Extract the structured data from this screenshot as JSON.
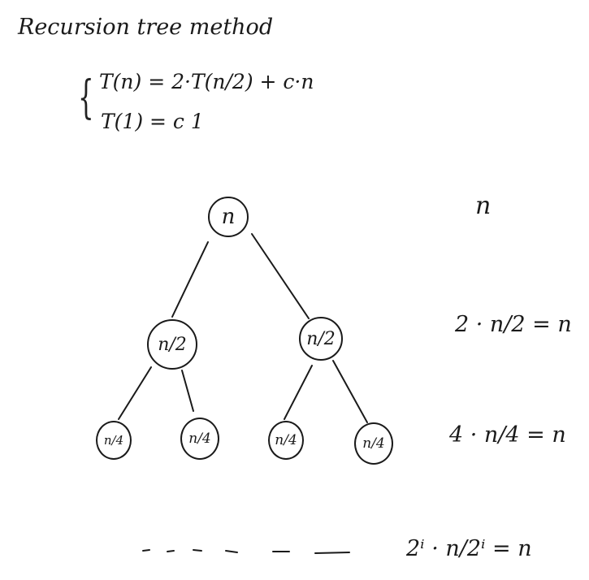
{
  "title": "Recursion tree method",
  "recurrence": {
    "line1": "T(n) = 2·T(n/2) + c·n",
    "line2": "T(1) = c  1"
  },
  "tree": {
    "root": "n",
    "level1": [
      "n/2",
      "n/2"
    ],
    "level2": [
      "n/4",
      "n/4",
      "n/4",
      "n/4"
    ]
  },
  "level_costs": [
    "n",
    "2 · n/2 = n",
    "4 · n/4 = n",
    "2ⁱ · n/2ⁱ = n"
  ]
}
